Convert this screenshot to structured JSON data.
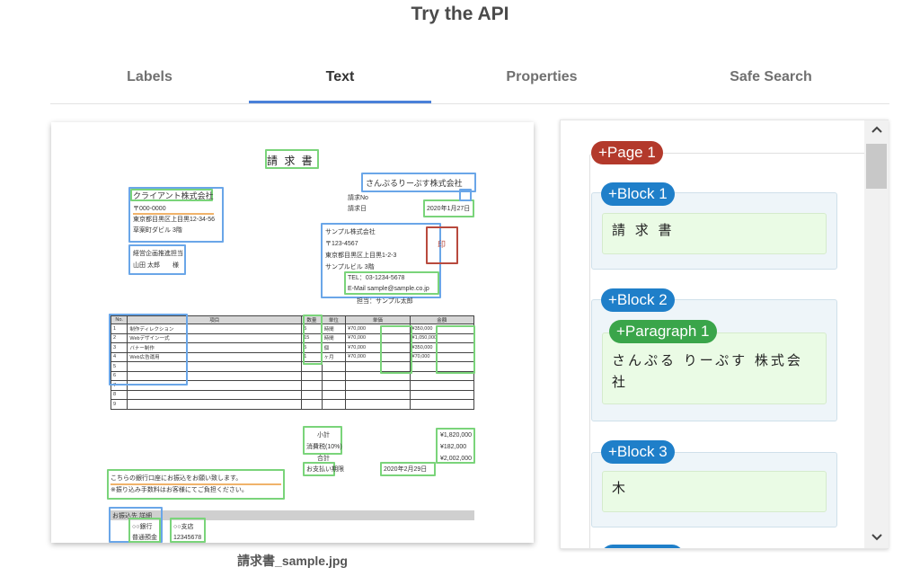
{
  "header": {
    "title": "Try the API"
  },
  "tabs": [
    {
      "label": "Labels"
    },
    {
      "label": "Text"
    },
    {
      "label": "Properties"
    },
    {
      "label": "Safe Search"
    }
  ],
  "image": {
    "caption": "請求書_sample.jpg",
    "document": {
      "title": "請 求 書",
      "seller_name": "さんぷるりーぷす株式会社",
      "invoice_no_label": "請求No",
      "date_label": "請求日",
      "date_value": "2020年1月27日",
      "client_name": "クライアント株式会社",
      "client_zip": "〒000-0000",
      "client_addr1": "東京都目黒区上目黒12-34-56",
      "client_addr2": "草案町ダビル 3階",
      "client_dept": "経営企画推進担当",
      "client_person": "山田 太郎　　様",
      "company_name": "サンプル株式会社",
      "company_zip": "〒123-4567",
      "company_addr1": "東京都目黒区上目黒1-2-3",
      "company_addr2": "サンプルビル 3階",
      "company_tel": "TEL：03-1234-5678",
      "company_email": "E-Mail sample@sample.co.jp",
      "company_person": "担当：サンプル太郎",
      "stamp": "印",
      "table_headers": [
        "No.",
        "項目",
        "数量",
        "単位",
        "単価",
        "金額"
      ],
      "table_rows": [
        [
          "1",
          "制作ディレクション",
          "5",
          "時間",
          "¥70,000",
          "¥350,000"
        ],
        [
          "2",
          "Webデザイン一式",
          "15",
          "時間",
          "¥70,000",
          "¥1,050,000"
        ],
        [
          "3",
          "バナー制作",
          "5",
          "個",
          "¥70,000",
          "¥350,000"
        ],
        [
          "4",
          "Web広告運用",
          "1",
          "ヶ月",
          "¥70,000",
          "¥70,000"
        ],
        [
          "5",
          "",
          "",
          "",
          "",
          ""
        ],
        [
          "6",
          "",
          "",
          "",
          "",
          ""
        ],
        [
          "7",
          "",
          "",
          "",
          "",
          ""
        ],
        [
          "8",
          "",
          "",
          "",
          "",
          ""
        ],
        [
          "9",
          "",
          "",
          "",
          "",
          ""
        ]
      ],
      "subtotal_label": "小計",
      "subtotal_value": "¥1,820,000",
      "tax_label": "消費税(10%)",
      "tax_value": "¥182,000",
      "total_label": "合計",
      "total_value": "¥2,002,000",
      "due_label": "お支払い期限",
      "due_value": "2020年2月29日",
      "note1": "こちらの銀行口座にお振込をお願い致します。",
      "note2": "※振り込み手数料はお客様にてご負担ください。",
      "bank_label": "お振込先 詳細",
      "bank_name": "○○銀行",
      "bank_branch": "○○支店",
      "account_type": "普通預金",
      "account_no": "12345678"
    }
  },
  "results": {
    "page_label": "+Page 1",
    "blocks": [
      {
        "label": "+Block 1",
        "text": "請 求 書"
      },
      {
        "label": "+Block 2",
        "paragraph_label": "+Paragraph 1",
        "text": "さんぷる りーぷす 株式会社"
      },
      {
        "label": "+Block 3",
        "text": "木"
      }
    ]
  },
  "colors": {
    "tab_indicator": "#4a80d9",
    "page_chip": "#b3392b",
    "block_chip": "#1f7fc9",
    "paragraph_chip": "#3aa54a",
    "block_bg": "#eef5f9",
    "paragraph_bg": "#eafbe5",
    "word_box": "#7ad47a",
    "paragraph_box": "#6aa6e8",
    "symbol_box": "#f0b36a",
    "stamp_box": "#b84a3e"
  },
  "icons": {
    "scroll_up": "chevron-up-icon",
    "scroll_down": "chevron-down-icon"
  }
}
